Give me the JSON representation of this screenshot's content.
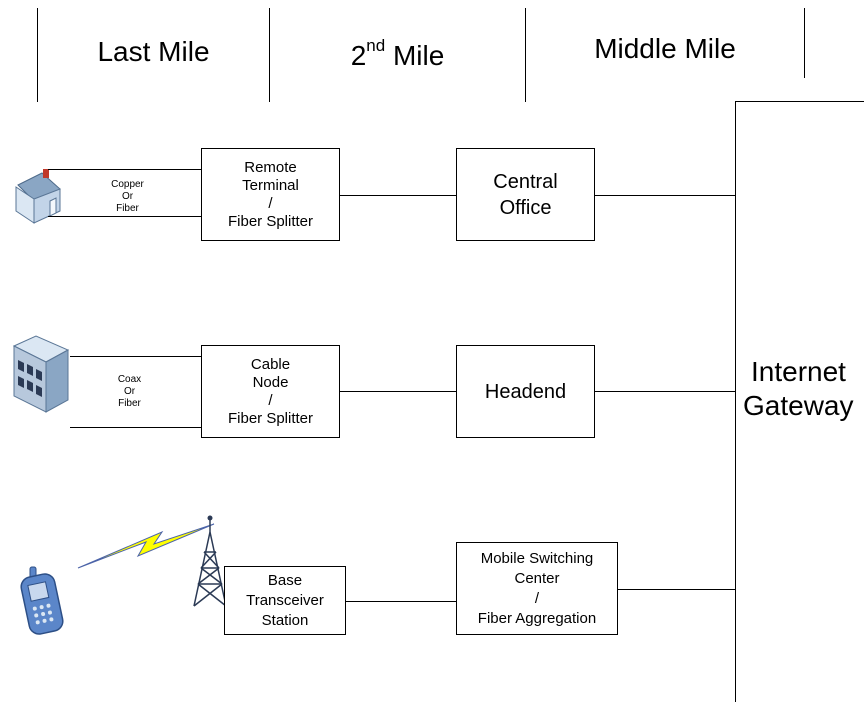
{
  "header": {
    "last_mile": "Last Mile",
    "second_mile_base": "2",
    "second_mile_sup": "nd",
    "second_mile_rest": " Mile",
    "middle_mile": "Middle Mile"
  },
  "rows": {
    "copper": {
      "medium": [
        "Copper",
        "Or",
        "Fiber"
      ],
      "remote_terminal": [
        "Remote",
        "Terminal",
        "/",
        "Fiber Splitter"
      ],
      "central_office": [
        "Central",
        "Office"
      ]
    },
    "cable": {
      "medium": [
        "Coax",
        "Or",
        "Fiber"
      ],
      "cable_node": [
        "Cable",
        "Node",
        "/",
        "Fiber Splitter"
      ],
      "headend": "Headend"
    },
    "wireless": {
      "base_station": [
        "Base",
        "Transceiver",
        "Station"
      ],
      "msc": [
        "Mobile Switching",
        "Center",
        "/",
        "Fiber Aggregation"
      ]
    }
  },
  "gateway": [
    "Internet",
    "Gateway"
  ],
  "icons": {
    "house": "house-icon",
    "office": "office-building-icon",
    "phone": "mobile-phone-icon",
    "tower": "cell-tower-icon",
    "signal": "lightning-signal-icon"
  },
  "colors": {
    "house_wall": "#dbe7f3",
    "house_roof": "#8aa6c4",
    "building_front": "#b7c8dc",
    "phone_body": "#5b86c9",
    "lightning": "#ffff00"
  }
}
